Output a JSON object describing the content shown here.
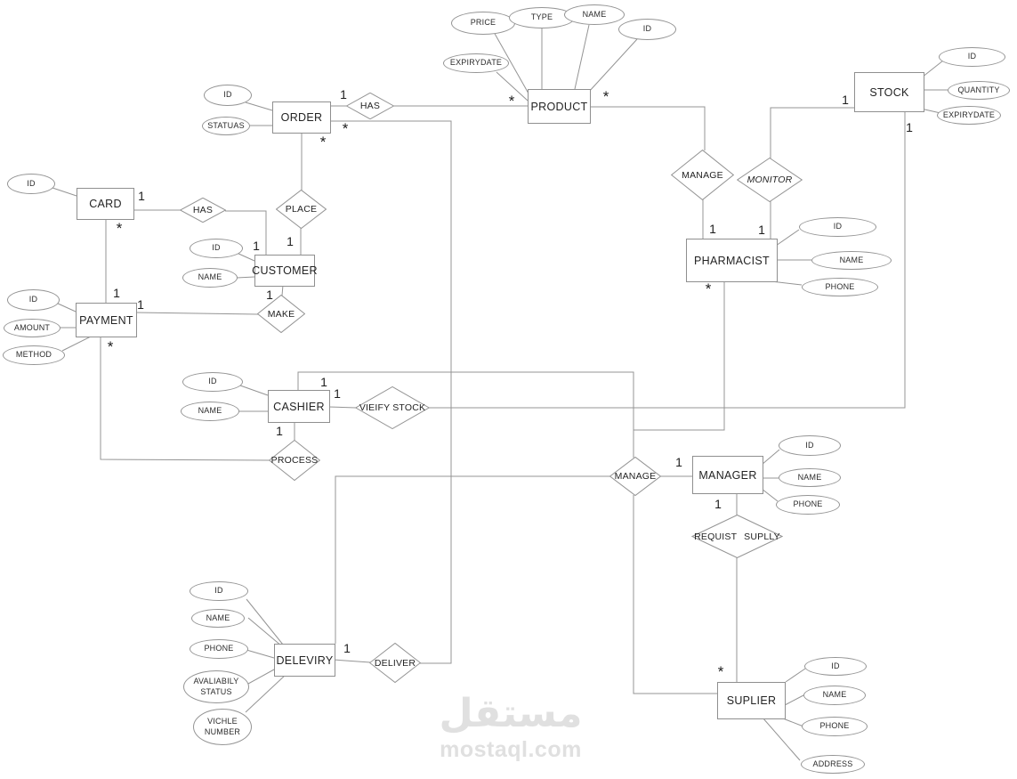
{
  "colors": {
    "line": "#949494",
    "text": "#232323",
    "watermark": "#e0e0e0",
    "background": "#ffffff"
  },
  "watermark": {
    "arabic": "مستقل",
    "domain": "mostaql.com"
  },
  "entities": {
    "order": "ORDER",
    "product": "PRODUCT",
    "stock": "STOCK",
    "card": "CARD",
    "customer": "CUSTOMER",
    "payment": "PAYMENT",
    "cashier": "CASHIER",
    "pharmacist": "PHARMACIST",
    "manager": "MANAGER",
    "deleviry": "DELEVIRY",
    "suplier": "SUPLIER"
  },
  "relationships": {
    "has_order_product": "HAS",
    "place": "PLACE",
    "has_customer_card": "HAS",
    "make": "MAKE",
    "vieify_stock": "VIEIFY STOCK",
    "process": "PROCESS",
    "manage_pharmacist": "MANAGE",
    "monitor": "MONITOR",
    "manage_manager": "MANAGE",
    "requist_suplly": "REQUIST SUPLLY",
    "deliver": "DELIVER"
  },
  "attributes": {
    "order": {
      "id": "ID",
      "statuas": "STATUAS"
    },
    "product": {
      "price": "PRICE",
      "type": "TYPE",
      "name": "NAME",
      "id": "ID",
      "expirydate": "EXPIRYDATE"
    },
    "stock": {
      "id": "ID",
      "quantity": "QUANTITY",
      "expirydate": "EXPIRYDATE"
    },
    "card": {
      "id": "ID"
    },
    "customer": {
      "id": "ID",
      "name": "NAME"
    },
    "payment": {
      "id": "ID",
      "amount": "AMOUNT",
      "method": "METHOD"
    },
    "cashier": {
      "id": "ID",
      "name": "NAME"
    },
    "pharmacist": {
      "id": "ID",
      "name": "NAME",
      "phone": "PHONE"
    },
    "manager": {
      "id": "ID",
      "name": "NAME",
      "phone": "PHONE"
    },
    "deleviry": {
      "id": "ID",
      "name": "NAME",
      "phone": "PHONE",
      "avaliabily_status": "AVALIABILY STATUS",
      "vichle_number": "VICHLE NUMBER"
    },
    "suplier": {
      "id": "ID",
      "name": "NAME",
      "phone": "PHONE",
      "address": "ADDRESS"
    }
  },
  "cardinalities": {
    "order_has": "1",
    "product_has": "*",
    "product_manage": "*",
    "order_deliver": "*",
    "order_place": "*",
    "card_has": "1",
    "customer_has": "1",
    "customer_place": "1",
    "customer_make": "1",
    "card_payment": "*",
    "payment_card": "1",
    "payment_make": "1",
    "payment_process": "*",
    "cashier_process": "1",
    "cashier_manage": "1",
    "cashier_vieify": "1",
    "stock_monitor": "1",
    "stock_vieify": "1",
    "pharmacist_manage": "1",
    "pharmacist_monitor": "1",
    "pharmacist_managed": "*",
    "manager_manage": "1",
    "manager_requist": "1",
    "suplier_requist": "*",
    "deleviry_deliver": "1"
  }
}
